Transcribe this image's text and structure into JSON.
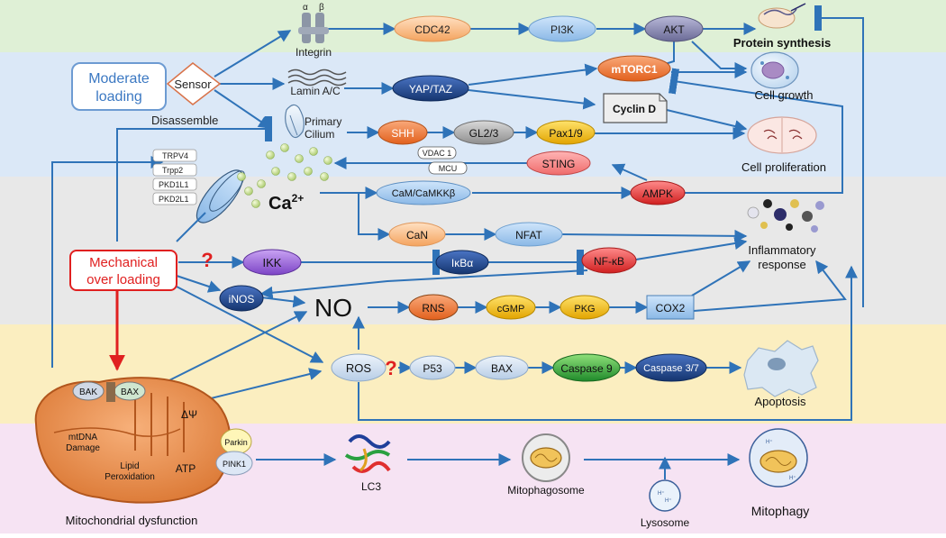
{
  "band_colors": {
    "green": "#dff0d6",
    "blue": "#dbe8f7",
    "gray": "#e8e8e8",
    "yellow": "#fbeec0",
    "pink": "#f6e3f3"
  },
  "arrow_color": "#2f73b8",
  "inputs": {
    "moderate": "Moderate loading",
    "moderate_line1": "Moderate",
    "moderate_line2": "loading",
    "sensor": "Sensor",
    "mechanical": "Mechanical over loading",
    "mechanical_line1": "Mechanical",
    "mechanical_line2": "over loading"
  },
  "sensors": {
    "alpha": "α",
    "beta": "β",
    "integrin": "Integrin",
    "lamin": "Lamin A/C",
    "primary_cilium_line1": "Primary",
    "primary_cilium_line2": "Cilium",
    "disassemble": "Disassemble",
    "channels": [
      "TRPV4",
      "Trpp2",
      "PKD1L1",
      "PKD2L1"
    ],
    "calcium": "Ca",
    "calcium_charge": "2+",
    "vdac1": "VDAC 1",
    "mcu": "MCU"
  },
  "nodes": {
    "cdc42": "CDC42",
    "pi3k": "PI3K",
    "akt": "AKT",
    "yap_taz": "YAP/TAZ",
    "mtorc1": "mTORC1",
    "cyclin_d": "Cyclin D",
    "shh": "SHH",
    "gl23": "GL2/3",
    "pax19": "Pax1/9",
    "sting": "STING",
    "cam": "CaM/CaMKKβ",
    "ampk": "AMPK",
    "can": "CaN",
    "nfat": "NFAT",
    "ikk": "IKK",
    "ikba": "IκBα",
    "nfkb": "NF-κB",
    "inos": "iNOS",
    "no": "NO",
    "rns": "RNS",
    "cgmp": "cGMP",
    "pkg": "PKG",
    "cox2": "COX2",
    "ros": "ROS",
    "p53": "P53",
    "bax": "BAX",
    "caspase9": "Caspase 9",
    "caspase37": "Caspase 3/7",
    "lc3": "LC3",
    "question": "?"
  },
  "outcomes": {
    "protein_synthesis": "Protein synthesis",
    "cell_growth": "Cell growth",
    "cell_proliferation": "Cell proliferation",
    "inflammatory_line1": "Inflammatory",
    "inflammatory_line2": "response",
    "apoptosis": "Apoptosis",
    "mitophagosome": "Mitophagosome",
    "lysosome": "Lysosome",
    "mitophagy": "Mitophagy"
  },
  "mito": {
    "title": "Mitochondrial dysfunction",
    "bak": "BAK",
    "bax": "BAX",
    "parkin": "Parkin",
    "pink1": "PINK1",
    "mtdna_line1": "mtDNA",
    "mtdna_line2": "Damage",
    "lipid_line1": "Lipid",
    "lipid_line2": "Peroxidation",
    "delta_psi": "ΔΨ",
    "atp": "ATP"
  }
}
